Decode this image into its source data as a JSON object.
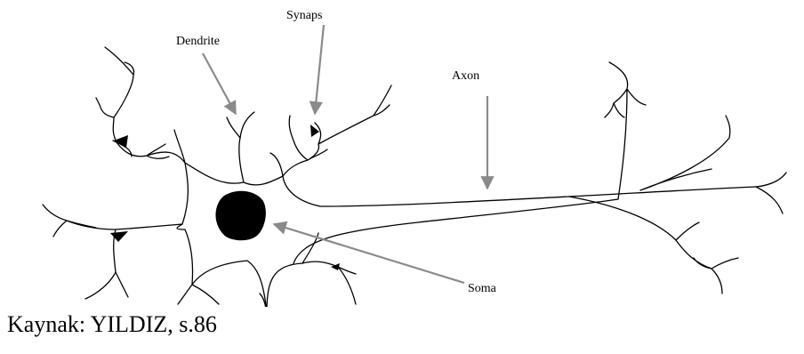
{
  "labels": {
    "synaps": "Synaps",
    "dendrite": "Dendrite",
    "axon": "Axon",
    "soma": "Soma"
  },
  "caption": "Kaynak: YILDIZ, s.86",
  "colors": {
    "line": "#000000",
    "pointer": "#8a8a8a",
    "nucleus": "#000000",
    "background": "#ffffff"
  }
}
